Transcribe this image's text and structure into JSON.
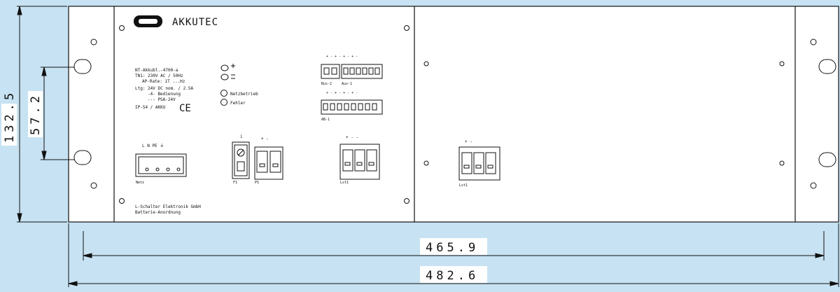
{
  "drawing": {
    "brand": "AKKUTEC",
    "dimensions": {
      "inner_width": "465.9",
      "outer_width": "482.6",
      "height": "132.5",
      "hole_spacing": "57.2"
    },
    "spec_lines": [
      "NT-Akkubl.-4700-a",
      "TN1: 230V AC / 50Hz",
      "AP-Rate: 1T ...Hz",
      "Ltg: 24V DC nom. / 2.5A",
      "-4- Bedienung",
      "--- PSA-24V",
      "IP-54 / AKKU"
    ],
    "ce_mark": "CE",
    "indicators": [
      {
        "label": "Netzbetrieb"
      },
      {
        "label": "Fehler"
      }
    ],
    "upper_connector_labels": {
      "pins": "+ -   + - + - + -",
      "left": "Bus-2",
      "right": "Aux-1"
    },
    "lower_connector_labels": {
      "pins": "+ - + - + - + -",
      "name": "AB-1"
    },
    "mains_connector": {
      "pins": "L   N   PE  ⏚",
      "name": "Netz"
    },
    "fuse_label": "F1",
    "supply_terminal": {
      "pins": "+  -",
      "name": "PS"
    },
    "output1": {
      "pins": "+  -  -",
      "name": "Lst1"
    },
    "output2": {
      "pins": "+  -",
      "name": "Lst1"
    },
    "footer_lines": [
      "L-Schalter Elektronik GmbH",
      "Batterie-Anordnung"
    ],
    "colors": {
      "background": "#c7e2f2",
      "panel": "#ffffff",
      "stroke": "#111111"
    }
  }
}
